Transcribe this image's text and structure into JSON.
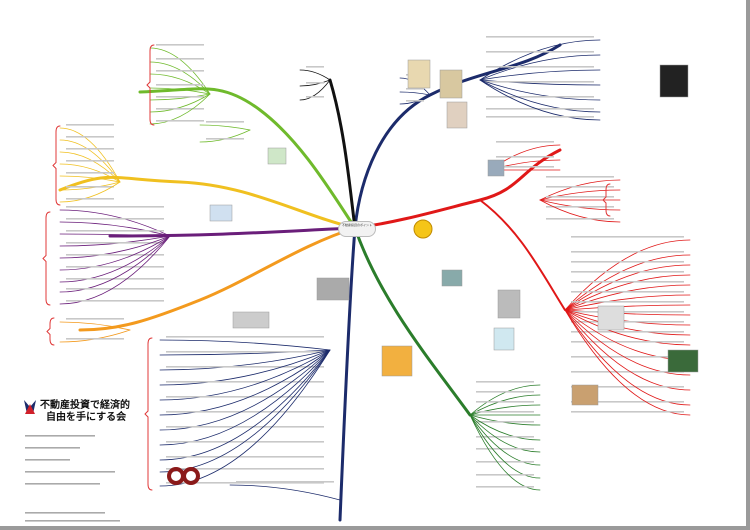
{
  "logo": {
    "line1": "不動産投資で経済的",
    "line2": "自由を手にする会"
  },
  "center": {
    "label": "不動産投資のポイント"
  },
  "colors": {
    "navy": "#1c2b6b",
    "black": "#111111",
    "green_light": "#6fba2c",
    "yellow": "#f0c020",
    "purple": "#6a1e7a",
    "orange": "#f39a1e",
    "green_dark": "#2b7d2b",
    "red": "#e01818",
    "bracket": "#e03a3a"
  }
}
